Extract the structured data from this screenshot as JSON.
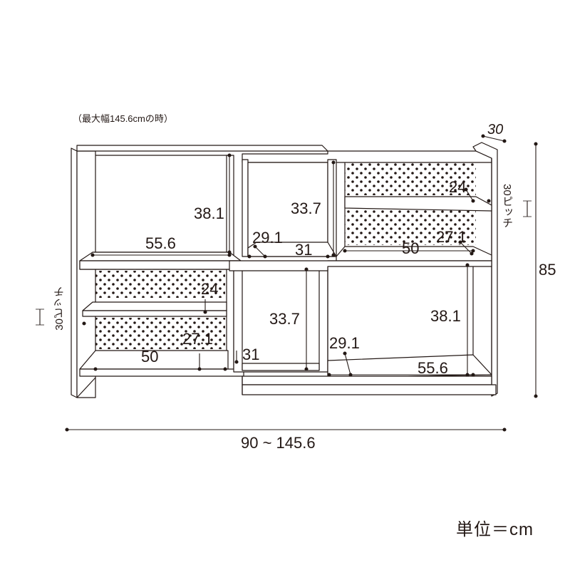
{
  "note": "（最大幅145.6cmの時）",
  "depth": "30",
  "total_height": "85",
  "total_width": "90 ~ 145.6",
  "pitch": "30ピッチ",
  "unit": "単位＝cm",
  "upper": {
    "left_height": "38.1",
    "left_width": "55.6",
    "mid_height": "33.7",
    "mid_depth": "29.1",
    "mid_width": "31",
    "right_shelf": "24",
    "right_depth": "27.1",
    "right_width": "50"
  },
  "lower": {
    "left_shelf": "24",
    "left_depth": "27.1",
    "left_width": "50",
    "mid_height": "33.7",
    "mid_width": "31",
    "right_depth": "29.1",
    "right_height": "38.1",
    "right_width": "55.6"
  }
}
